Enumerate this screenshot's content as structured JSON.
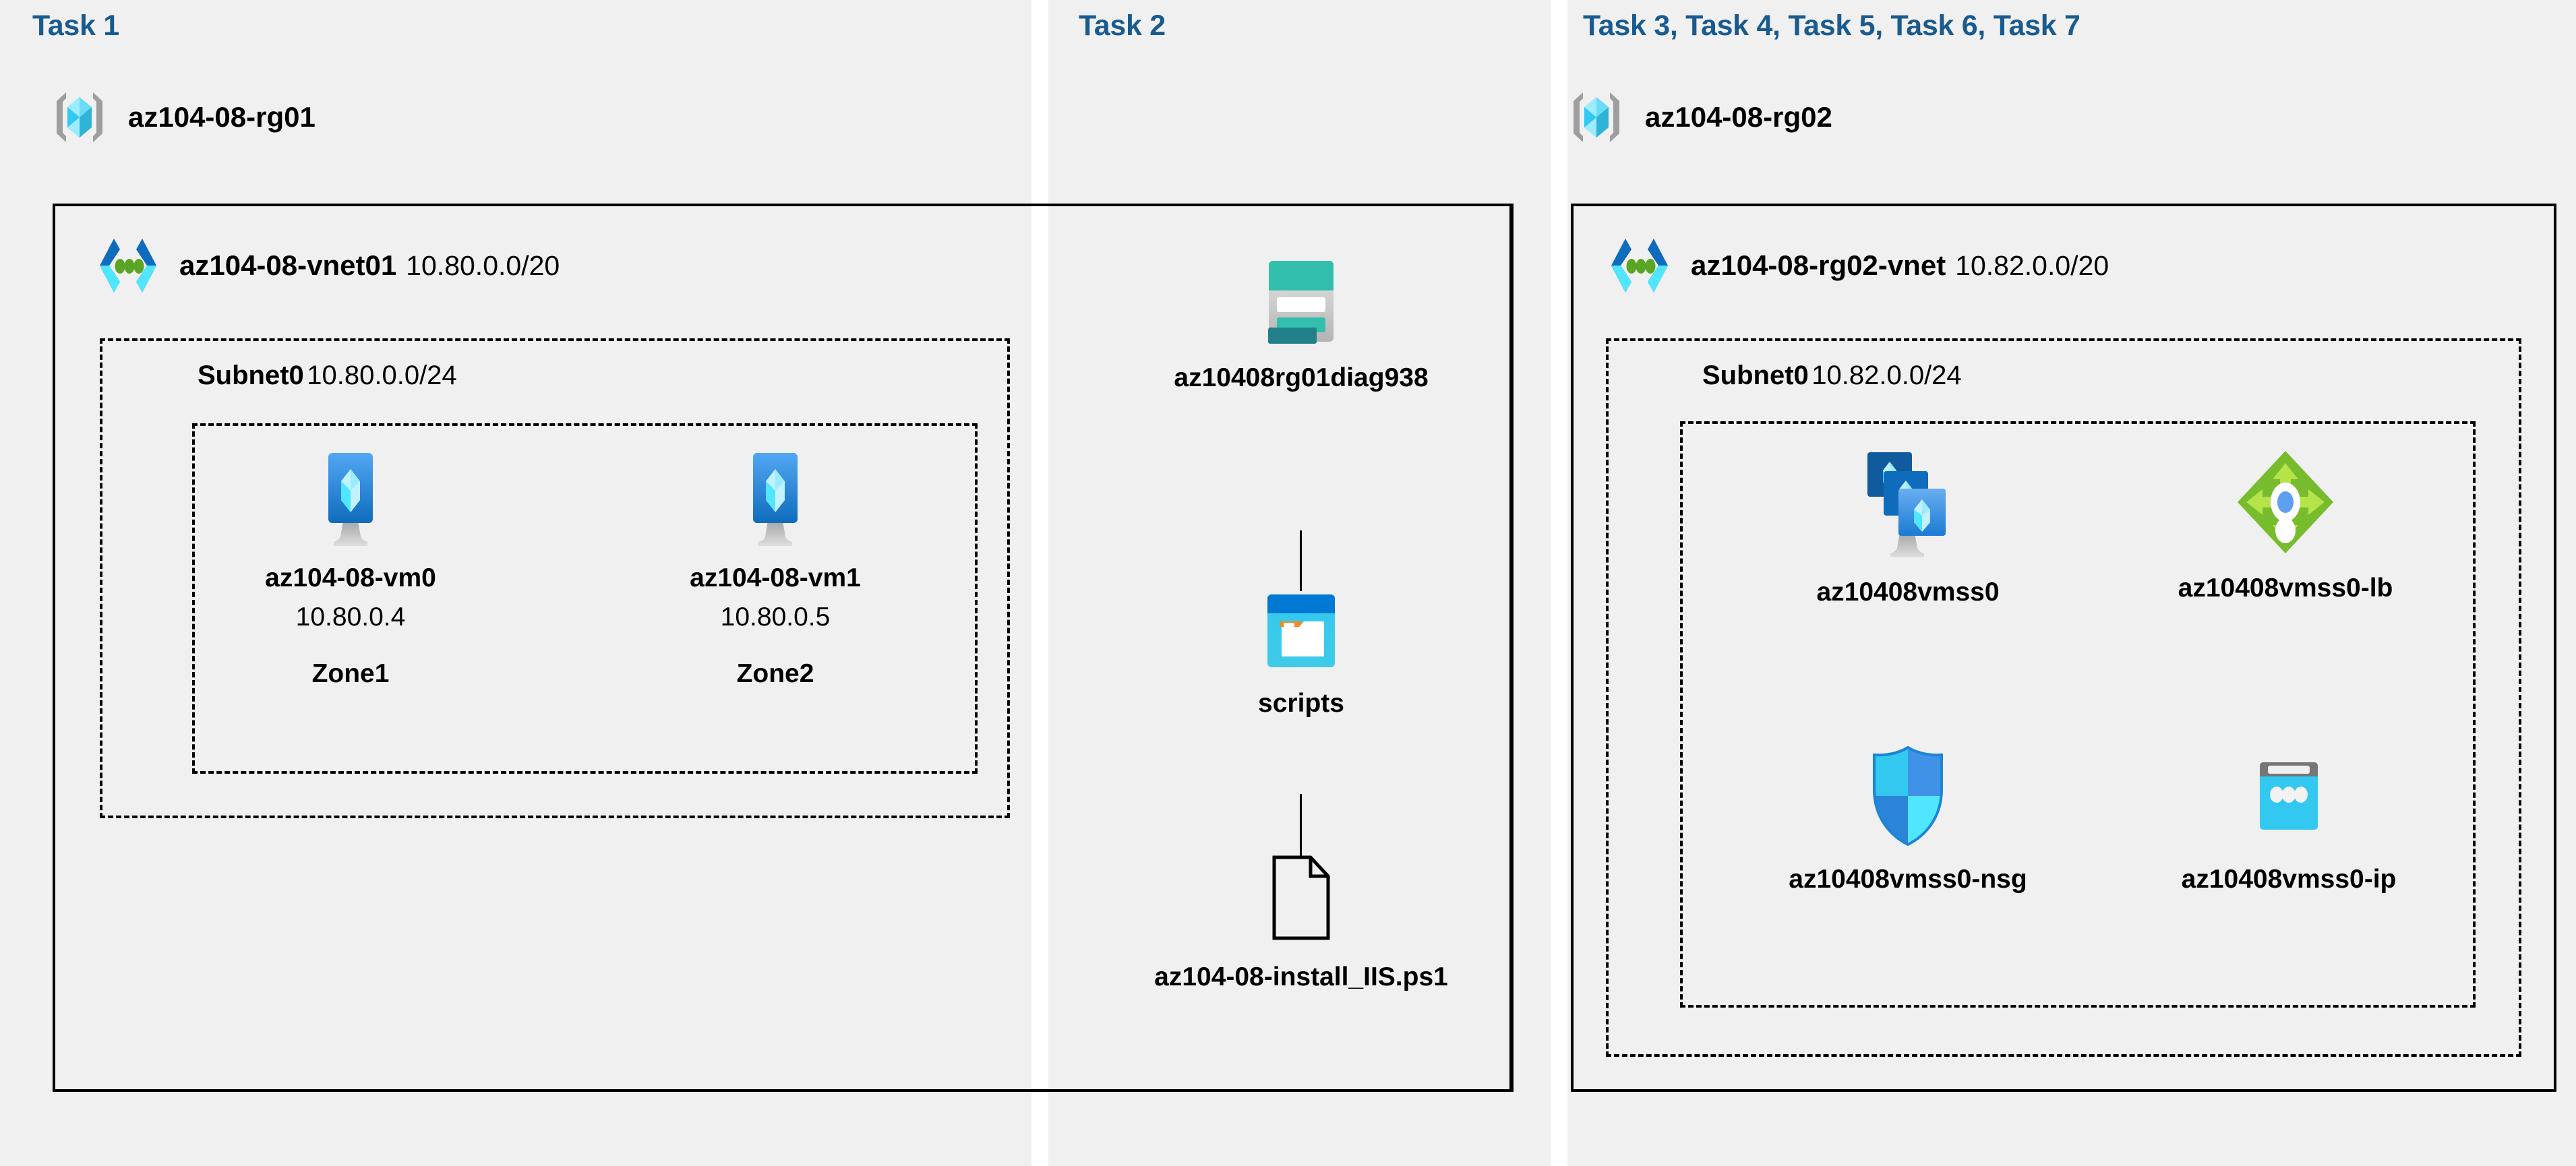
{
  "diagram": {
    "title_color": "#1a5b8f",
    "background": "#f0f0f0"
  },
  "columns": [
    {
      "id": "task1",
      "title": "Task 1",
      "resource_group": {
        "name": "az104-08-rg01",
        "icon": "resource-group-icon"
      },
      "vnet": {
        "name": "az104-08-vnet01",
        "cidr": "10.80.0.0/20",
        "icon": "virtual-network-icon"
      },
      "subnet": {
        "name": "Subnet0",
        "cidr": "10.80.0.0/24"
      },
      "vms": [
        {
          "name": "az104-08-vm0",
          "ip": "10.80.0.4",
          "zone": "Zone1",
          "icon": "virtual-machine-icon"
        },
        {
          "name": "az104-08-vm1",
          "ip": "10.80.0.5",
          "zone": "Zone2",
          "icon": "virtual-machine-icon"
        }
      ]
    },
    {
      "id": "task2",
      "title": "Task 2",
      "nodes": [
        {
          "name": "az10408rg01diag938",
          "icon": "storage-account-icon"
        },
        {
          "name": "scripts",
          "icon": "blob-container-icon"
        },
        {
          "name": "az104-08-install_IIS.ps1",
          "icon": "script-file-icon"
        }
      ]
    },
    {
      "id": "task3to7",
      "title": "Task 3, Task 4, Task 5, Task 6, Task 7",
      "resource_group": {
        "name": "az104-08-rg02",
        "icon": "resource-group-icon"
      },
      "vnet": {
        "name": "az104-08-rg02-vnet",
        "cidr": "10.82.0.0/20",
        "icon": "virtual-network-icon"
      },
      "subnet": {
        "name": "Subnet0",
        "cidr": "10.82.0.0/24"
      },
      "resources": [
        {
          "name": "az10408vmss0",
          "icon": "vm-scale-set-icon"
        },
        {
          "name": "az10408vmss0-lb",
          "icon": "load-balancer-icon"
        },
        {
          "name": "az10408vmss0-nsg",
          "icon": "network-security-group-icon"
        },
        {
          "name": "az10408vmss0-ip",
          "icon": "public-ip-address-icon"
        }
      ]
    }
  ],
  "colors": {
    "azure_blue": "#0078d4",
    "azure_cyan": "#50e6ff",
    "storage_teal": "#32bfad",
    "lb_green": "#76bc2d",
    "title_blue": "#1a5b8f"
  }
}
